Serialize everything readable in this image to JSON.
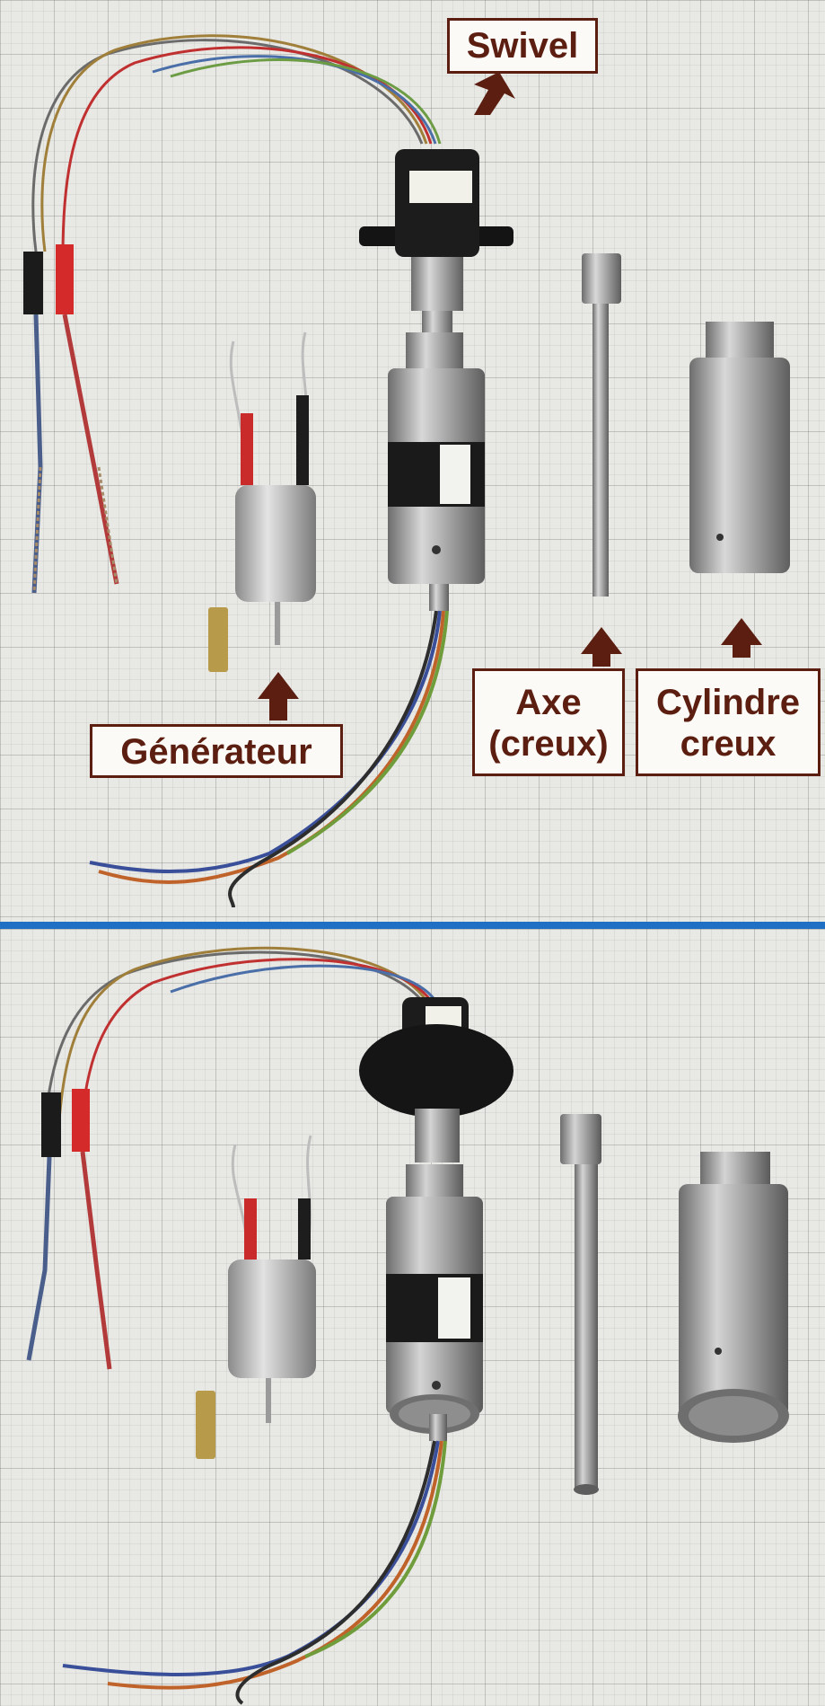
{
  "labels": {
    "swivel": "Swivel",
    "generator": "Générateur",
    "axle_line1": "Axe",
    "axle_line2": "(creux)",
    "cylinder_line1": "Cylindre",
    "cylinder_line2": "creux"
  },
  "colors": {
    "label_text": "#5b1e10",
    "label_border": "#5b1e10",
    "label_fill": "#fbfaf6",
    "divider": "#1f6fc4",
    "paper": "#e8e8e4"
  }
}
